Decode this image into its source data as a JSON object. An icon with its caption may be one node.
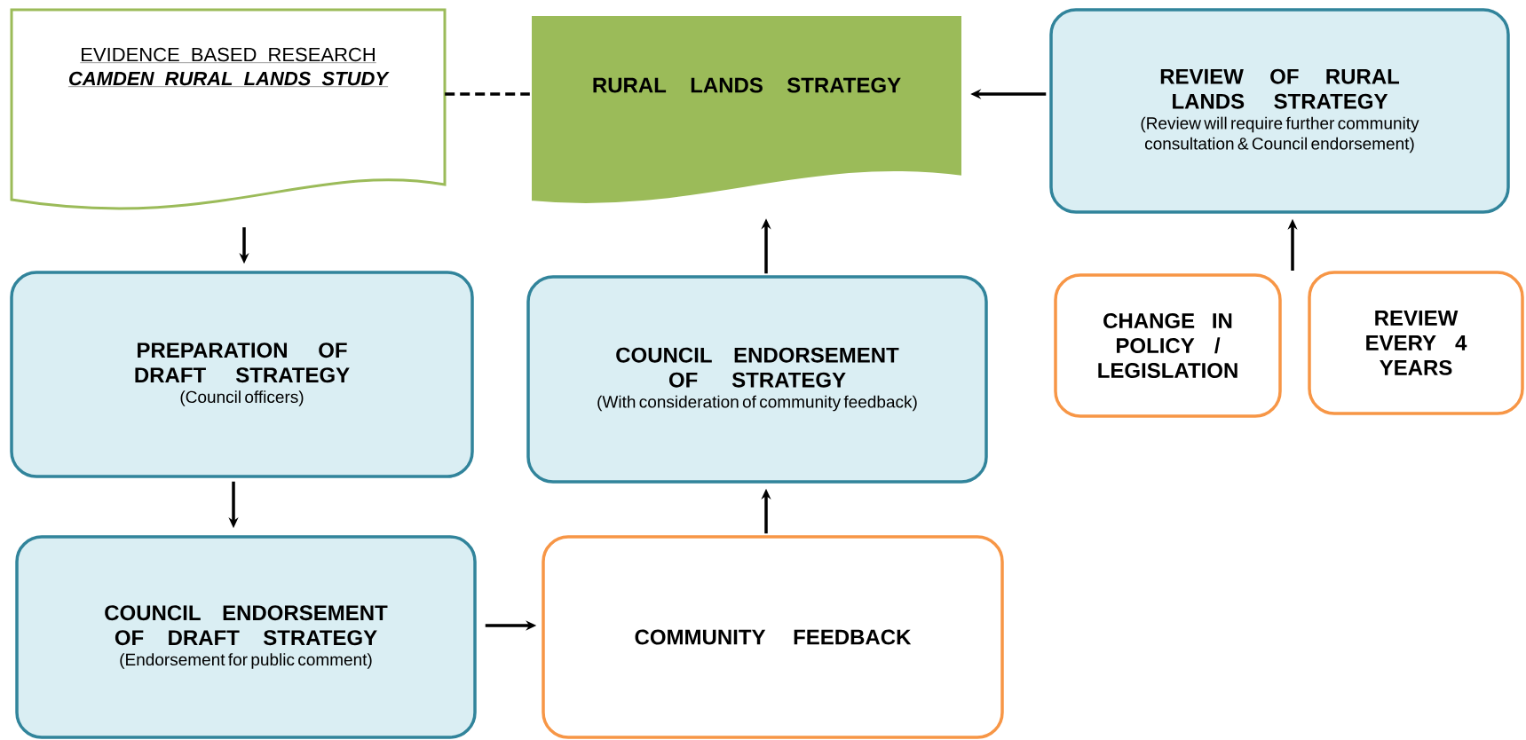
{
  "diagram": {
    "nodes": [
      {
        "text": [
          "EVIDENCE BASED RESEARCH",
          "CAMDEN RURAL LANDS STUDY"
        ]
      },
      {
        "text": [
          "RURAL LANDS STRATEGY"
        ]
      },
      {
        "text": [
          "REVIEW OF RURAL LANDS STRATEGY",
          "(Review will require further community consultation & Council endorsement)"
        ]
      },
      {
        "text": [
          "PREPARATION OF DRAFT STRATEGY",
          "(Council officers)"
        ]
      },
      {
        "text": [
          "COUNCIL ENDORSEMENT OF STRATEGY",
          "(With consideration of community feedback)"
        ]
      },
      {
        "text": [
          "CHANGE IN POLICY / LEGISLATION"
        ]
      },
      {
        "text": [
          "REVIEW EVERY 4 YEARS"
        ]
      },
      {
        "text": [
          "COUNCIL ENDORSEMENT OF DRAFT STRATEGY",
          "(Endorsement for public comment)"
        ]
      },
      {
        "text": [
          "COMMUNITY FEEDBACK"
        ]
      }
    ],
    "edges": [
      {
        "from": 0,
        "to": 1,
        "arrow": "none",
        "style": "dashed"
      },
      {
        "from": 2,
        "to": 1,
        "arrow": "to"
      },
      {
        "from": 0,
        "to": 3,
        "arrow": "to"
      },
      {
        "from": 3,
        "to": 7,
        "arrow": "to"
      },
      {
        "from": 7,
        "to": 8,
        "arrow": "to"
      },
      {
        "from": 8,
        "to": 4,
        "arrow": "to"
      },
      {
        "from": 4,
        "to": 1,
        "arrow": "to"
      },
      {
        "from": null,
        "to": 2,
        "arrow": "to"
      }
    ]
  }
}
